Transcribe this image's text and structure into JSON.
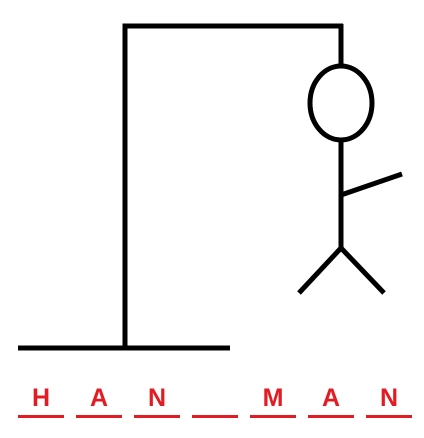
{
  "colors": {
    "ink": "#000000",
    "letter": "#e31b23",
    "underline": "#e31b23",
    "background": "#ffffff"
  },
  "hangman": {
    "parts_shown": [
      "gallows-base",
      "gallows-post",
      "gallows-beam",
      "rope",
      "head",
      "body",
      "right-arm",
      "left-leg",
      "right-leg"
    ]
  },
  "word": {
    "slots": [
      {
        "letter": "H",
        "revealed": true
      },
      {
        "letter": "A",
        "revealed": true
      },
      {
        "letter": "N",
        "revealed": true
      },
      {
        "letter": "",
        "revealed": false
      },
      {
        "letter": "M",
        "revealed": true
      },
      {
        "letter": "A",
        "revealed": true
      },
      {
        "letter": "N",
        "revealed": true
      }
    ]
  }
}
